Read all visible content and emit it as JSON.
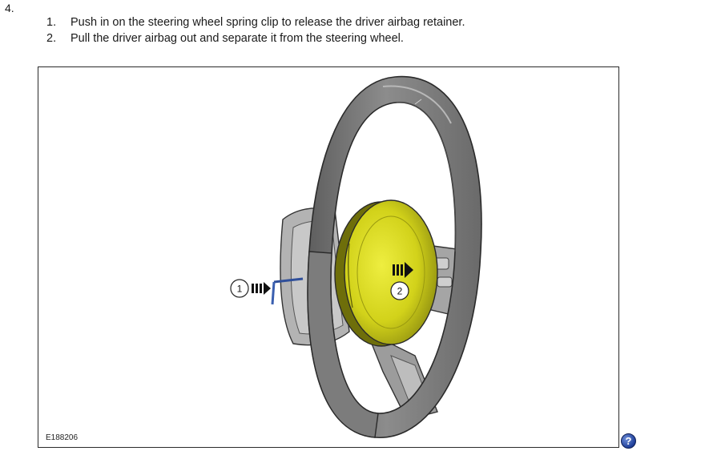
{
  "step": {
    "number": "4."
  },
  "instructions": [
    {
      "num": "1.",
      "text": "Push in on the steering wheel spring clip to release the driver airbag retainer."
    },
    {
      "num": "2.",
      "text": "Pull the driver airbag out and separate it from the steering wheel."
    }
  ],
  "figure": {
    "id": "E188206",
    "callouts": [
      {
        "label": "1"
      },
      {
        "label": "2"
      }
    ],
    "colors": {
      "wheel": "#7a7a7a",
      "airbag": "#d8d818",
      "clip": "#3a5fb0"
    }
  },
  "help": {
    "icon": "help-icon",
    "label": "?"
  }
}
